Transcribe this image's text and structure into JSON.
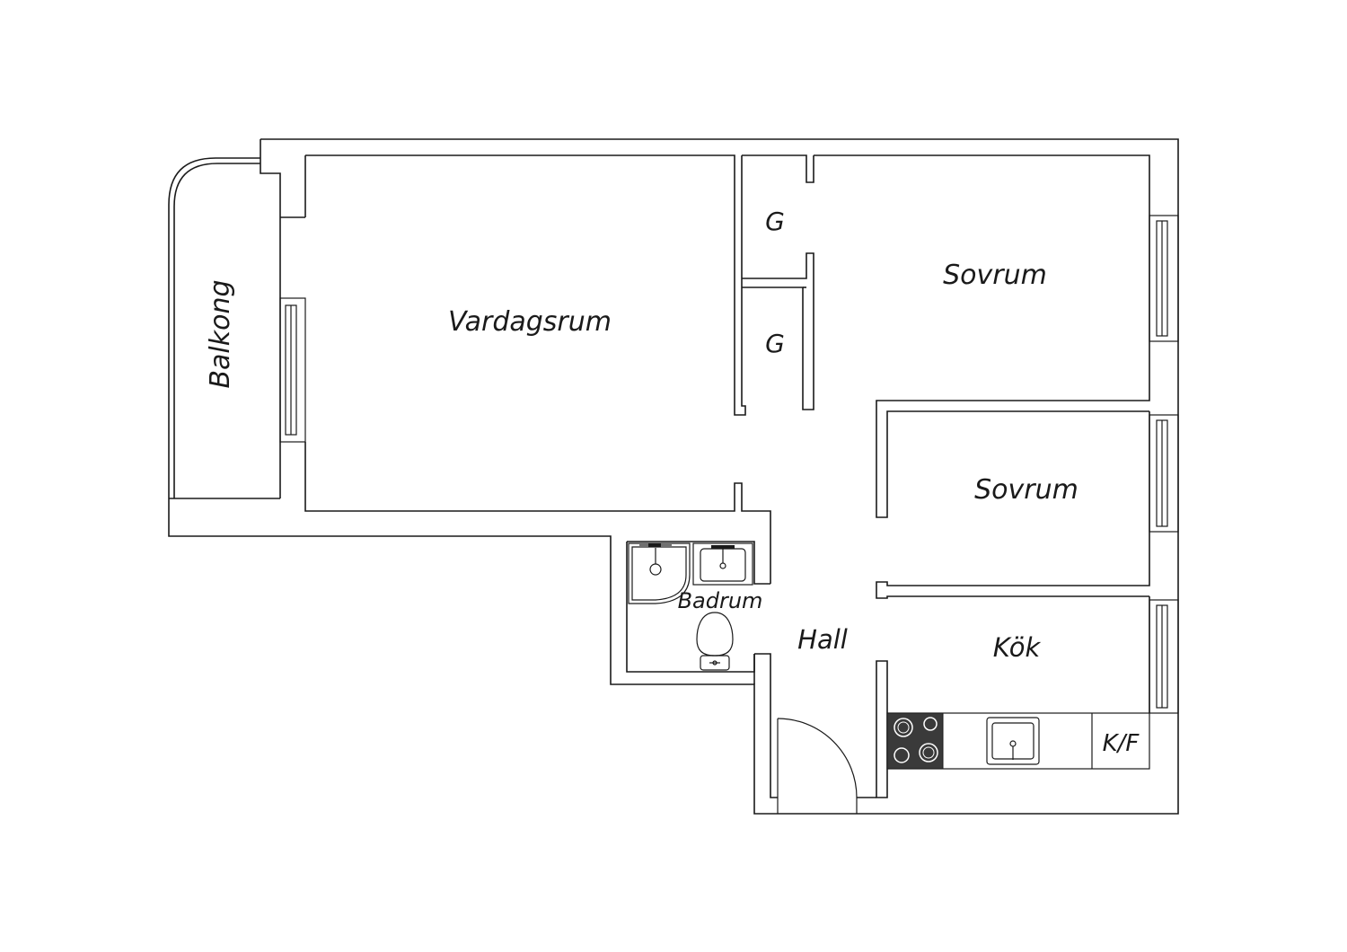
{
  "rooms": {
    "balkong": "Balkong",
    "vardagsrum": "Vardagsrum",
    "garderob_1": "G",
    "garderob_2": "G",
    "sovrum_1": "Sovrum",
    "sovrum_2": "Sovrum",
    "badrum": "Badrum",
    "hall": "Hall",
    "kok": "Kök",
    "kyl_frys": "K/F"
  },
  "colors": {
    "line": "#1a1a1a",
    "stove": "#3a3a3a",
    "background": "#ffffff"
  }
}
